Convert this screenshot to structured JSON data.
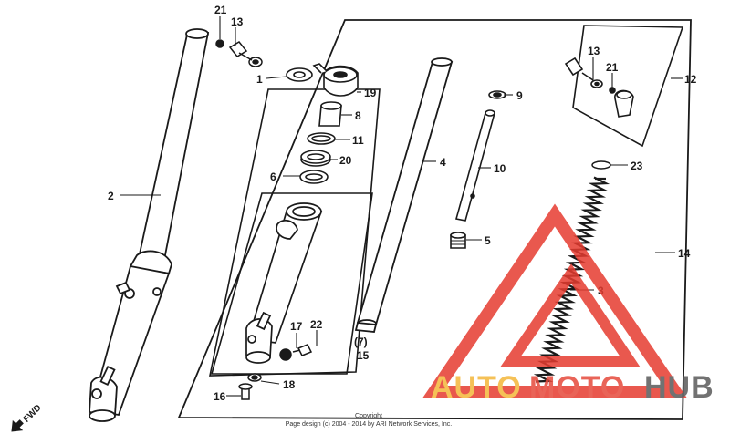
{
  "callouts": {
    "p21a": "21",
    "p13a": "13",
    "p1": "1",
    "p19": "19",
    "p8": "8",
    "p11": "11",
    "p20": "20",
    "p6a": "6",
    "p2": "2",
    "p4": "4",
    "p9": "9",
    "p10": "10",
    "p6b": "5",
    "p13b": "13",
    "p21b": "21",
    "p12": "12",
    "p23": "23",
    "p14": "14",
    "p3": "3",
    "p17": "17",
    "p22": "22",
    "p7": "(7)",
    "p15": "15",
    "p18": "18",
    "p16": "16"
  },
  "fwd_label": "FWD",
  "copyright": {
    "line1": "Copyright",
    "line2": "Page design (c) 2004 - 2014 by ARI Network Services, Inc."
  },
  "watermark": {
    "part1": "AUTO",
    "part2": "MOTO",
    "part3": "HUB",
    "colors": {
      "auto": "#f4b73a",
      "moto": "#e64a3c",
      "hub": "#5a5a5a",
      "triangle": "#e63b30"
    }
  },
  "colors": {
    "line": "#1a1a1a",
    "background": "#ffffff"
  }
}
